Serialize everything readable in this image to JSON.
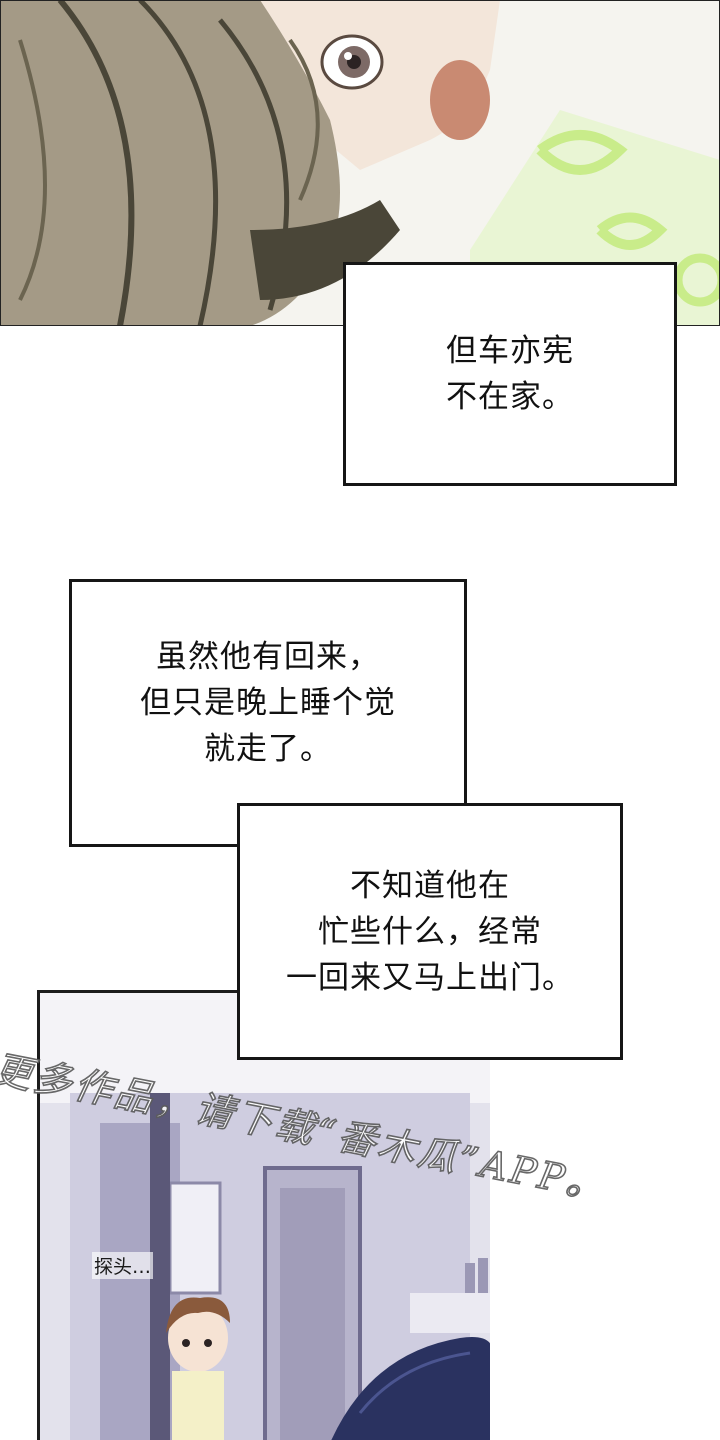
{
  "captions": {
    "top": {
      "lines": [
        "但车亦宪",
        "不在家。"
      ]
    },
    "middle": {
      "lines": [
        "虽然他有回来，",
        "但只是晚上睡个觉",
        "就走了。"
      ]
    },
    "bottom": {
      "lines": [
        "不知道他在",
        "忙些什么，经常",
        "一回来又马上出门。"
      ]
    }
  },
  "sfx": {
    "peek": "探头…"
  },
  "watermark": {
    "text": "更多作品，请下载“番木瓜”APP。"
  },
  "colors": {
    "hair": "#a49a86",
    "hair_shadow": "#4a4638",
    "skin": "#f3e6da",
    "green_pattern": "#c9ec8a",
    "room": "#c7c4d8",
    "dark_hair": "#2a3260"
  }
}
